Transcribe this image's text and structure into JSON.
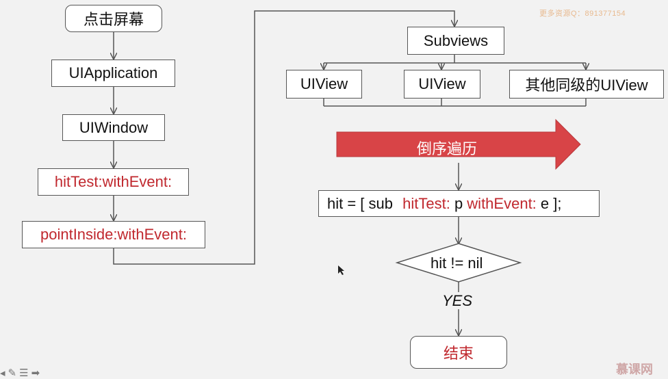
{
  "watermark": "更多资源Q：891377154",
  "logo": "慕课网",
  "colors": {
    "red": "#c0282e",
    "arrow_fill": "#d84447",
    "line": "#555555"
  },
  "nodes": {
    "start": "点击屏幕",
    "app": "UIApplication",
    "window": "UIWindow",
    "hittest": "hitTest:withEvent:",
    "pointinside": "pointInside:withEvent:",
    "subviews": "Subviews",
    "uiview1": "UIView",
    "uiview2": "UIView",
    "uiview3": "其他同级的UIView",
    "reverse": "倒序遍历",
    "hit_parts": [
      "hit = [ sub ",
      "hitTest:",
      " p ",
      "withEvent:",
      " e ];"
    ],
    "decision": "hit != nil",
    "yes": "YES",
    "end": "结束"
  },
  "toolbar_icons": [
    "arrow-left-icon",
    "pen-icon",
    "menu-icon",
    "arrow-right-icon"
  ]
}
